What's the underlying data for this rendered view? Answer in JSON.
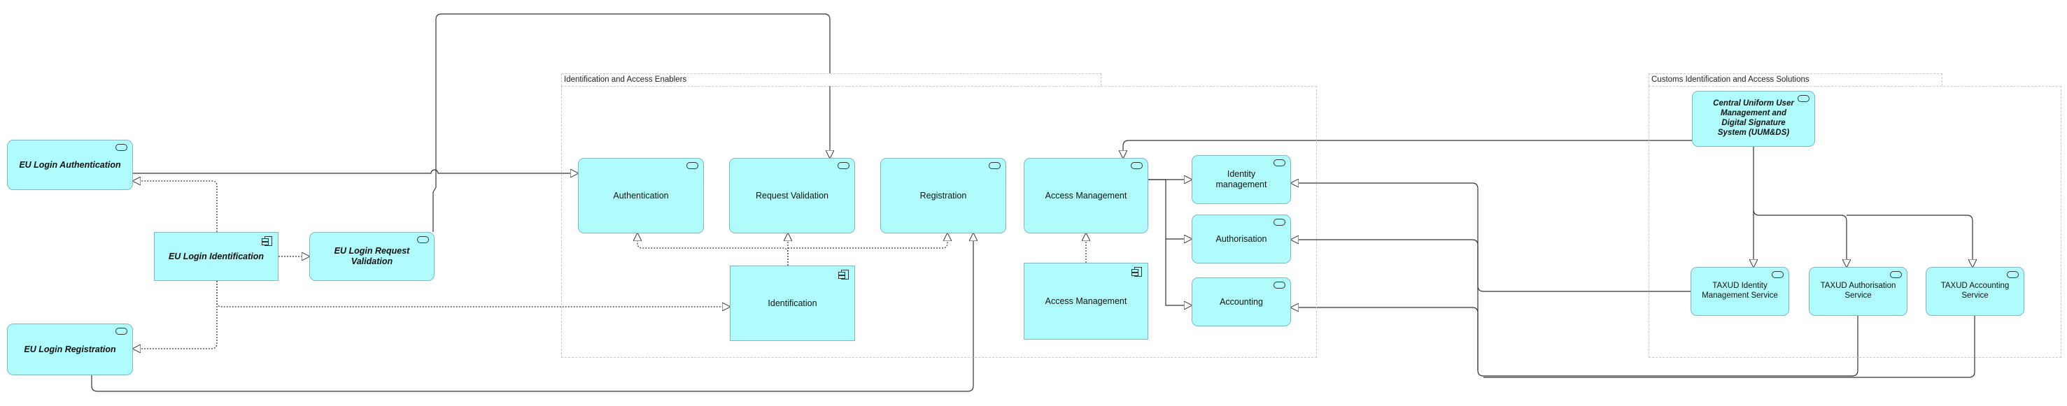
{
  "groups": {
    "enablers": "Identification and Access Enablers",
    "customs": "Customs Identification and Access Solutions"
  },
  "nodes": {
    "eu_login_auth": "EU Login Authentication",
    "eu_login_ident": "EU Login Identification",
    "eu_login_reqval": "EU Login Request Validation",
    "eu_login_reg": "EU Login Registration",
    "authentication": "Authentication",
    "request_validation": "Request Validation",
    "registration": "Registration",
    "access_mgmt_service": "Access Management",
    "identification": "Identification",
    "access_mgmt_component": "Access Management",
    "identity_mgmt": "Identity management",
    "authorisation": "Authorisation",
    "accounting": "Accounting",
    "uum_ds": "Central Uniform User Management and Digital Signature System (UUM&DS)",
    "taxud_identity": "TAXUD Identity Management Service",
    "taxud_authorisation": "TAXUD Authorisation Service",
    "taxud_accounting": "TAXUD Accounting Service"
  }
}
